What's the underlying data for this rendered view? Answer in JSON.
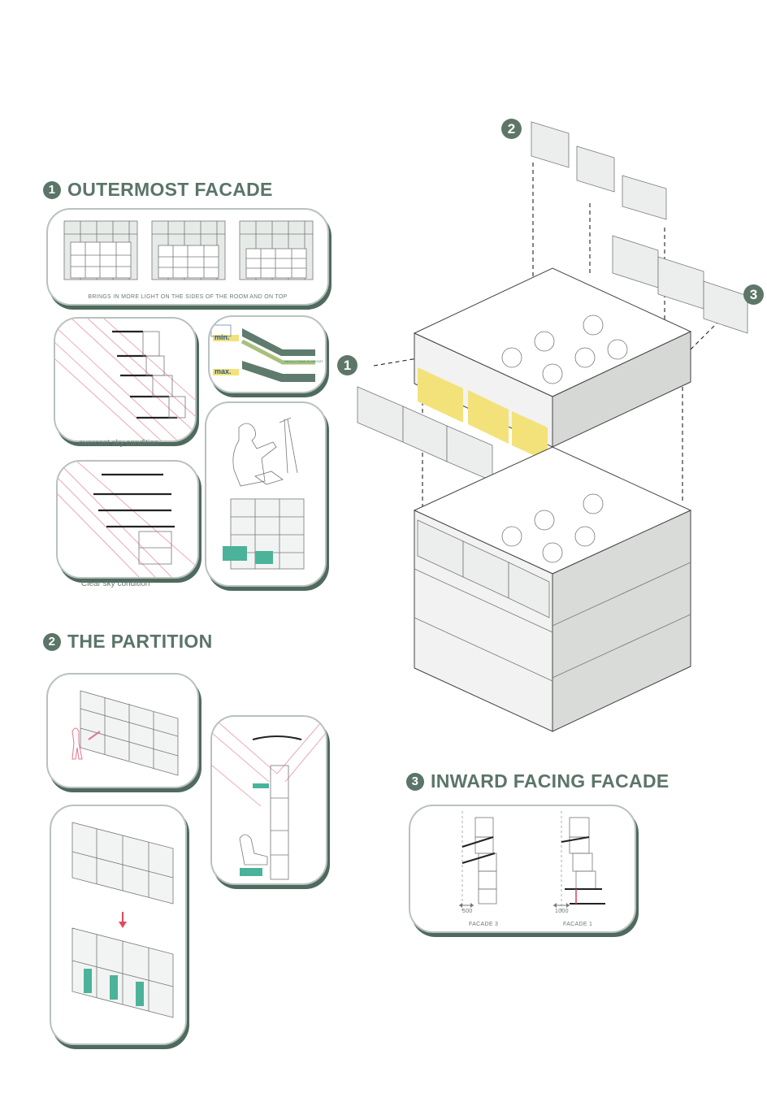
{
  "sections": {
    "outermost": {
      "number": "1",
      "title": "OUTERMOST FACADE",
      "caption": "BRINGS IN MORE LIGHT ON THE SIDES OF THE ROOM AND ON TOP"
    },
    "partition": {
      "number": "2",
      "title": "THE PARTITION"
    },
    "inward": {
      "number": "3",
      "title": "INWARD FACING FACADE"
    }
  },
  "captions": {
    "overcast": "overcast sky condition",
    "clear": "Clear sky condition"
  },
  "light_panel": {
    "label_min": "min.",
    "label_max": "max.",
    "note": "REDUCTIONS IN HEIGHT"
  },
  "inward_panel": {
    "left_dim": "500",
    "right_dim": "1000",
    "left_label": "FACADE 3",
    "right_label": "FACADE 1"
  },
  "callouts": {
    "c1": "1",
    "c2": "2",
    "c3": "3"
  },
  "colors": {
    "accent": "#5b7568",
    "highlight_yellow": "#f3e27a",
    "teal": "#4bb39a",
    "red_lines": "#e8758a"
  }
}
